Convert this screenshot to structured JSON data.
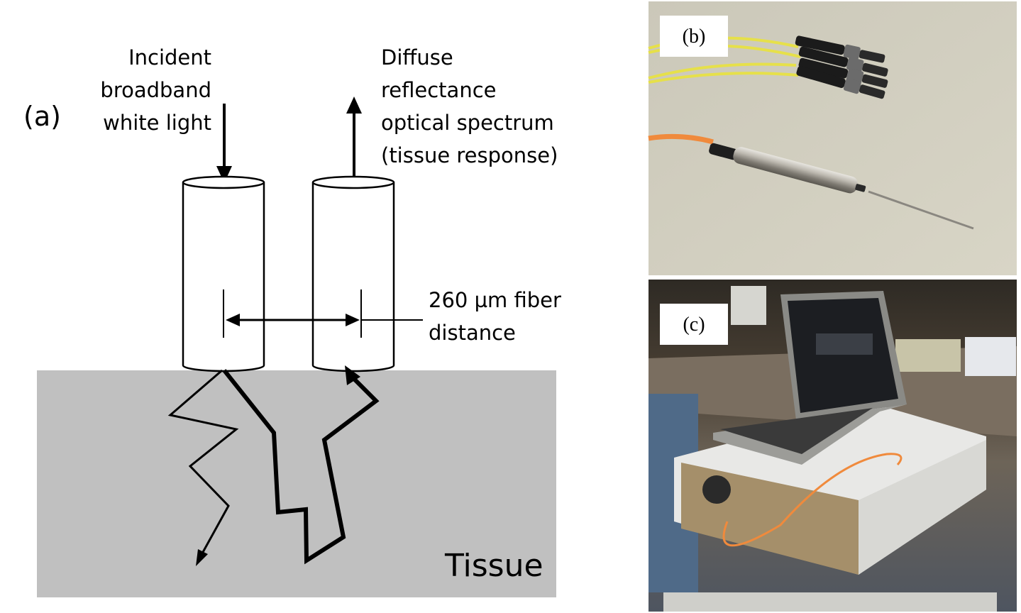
{
  "panel_a": {
    "label": "(a)",
    "incident_line1": "Incident",
    "incident_line2": "broadband",
    "incident_line3": "white light",
    "diffuse_line1": "Diffuse",
    "diffuse_line2": "reflectance",
    "diffuse_line3": "optical spectrum",
    "diffuse_line4": "(tissue response)",
    "distance_line1": "260 µm fiber",
    "distance_line2": "distance",
    "tissue_label": "Tissue"
  },
  "panel_b": {
    "label": "(b)"
  },
  "panel_c": {
    "label": "(c)"
  },
  "colors": {
    "tissue": "#c0c0c0",
    "orange_cable": "#f08a3c",
    "yellow_cable": "#e6e04a"
  }
}
